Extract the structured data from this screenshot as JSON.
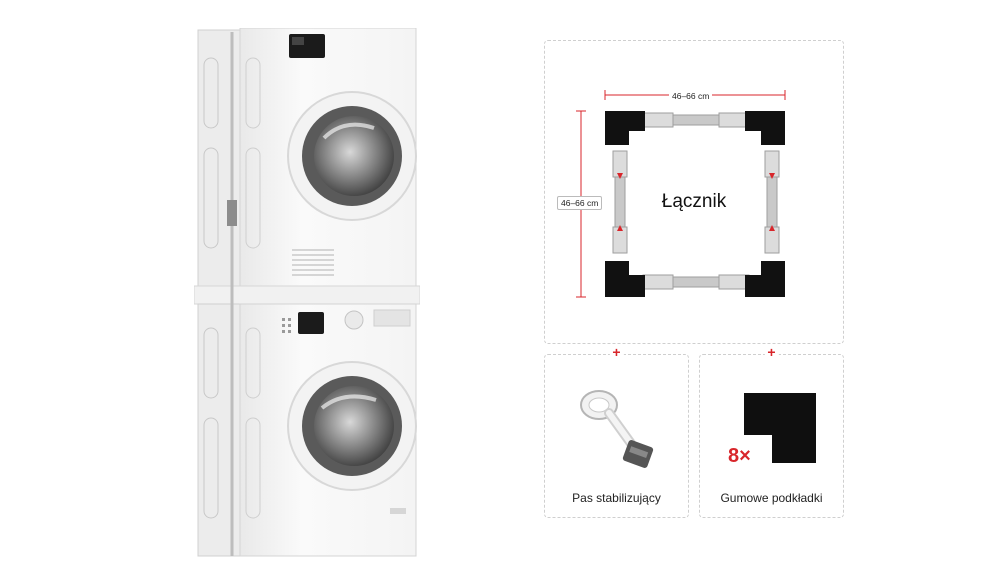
{
  "frame": {
    "label": "Łącznik",
    "width_dimension": "46–66 cm",
    "height_dimension": "46–66 cm"
  },
  "accessories": {
    "plus_symbol": "+",
    "strap_label": "Pas stabilizujący",
    "pads_label": "Gumowe podkładki",
    "pads_count": "8×"
  },
  "colors": {
    "accent_red": "#d8262b",
    "frame_black": "#111111",
    "frame_grey": "#c9c9c9"
  }
}
